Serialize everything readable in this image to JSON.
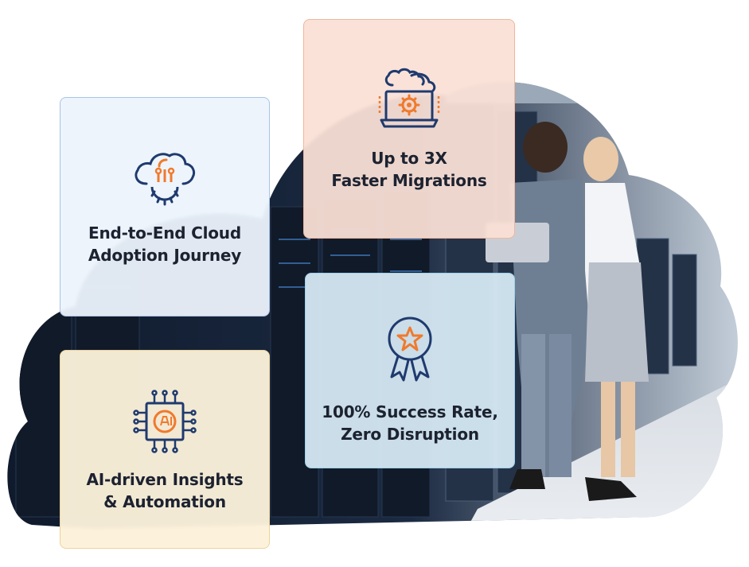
{
  "cards": [
    {
      "icon": "cloud-gear-icon",
      "line1": "End-to-End Cloud",
      "line2": "Adoption Journey"
    },
    {
      "icon": "laptop-cloud-gear-icon",
      "line1": "Up to 3X",
      "line2": "Faster Migrations"
    },
    {
      "icon": "award-ribbon-icon",
      "line1": "100% Success Rate,",
      "line2": "Zero Disruption"
    },
    {
      "icon": "ai-chip-icon",
      "line1": "AI-driven Insights",
      "line2": "& Automation"
    }
  ],
  "colors": {
    "icon_navy": "#1f3a6e",
    "icon_orange": "#f07a2c",
    "text": "#1c2230"
  }
}
